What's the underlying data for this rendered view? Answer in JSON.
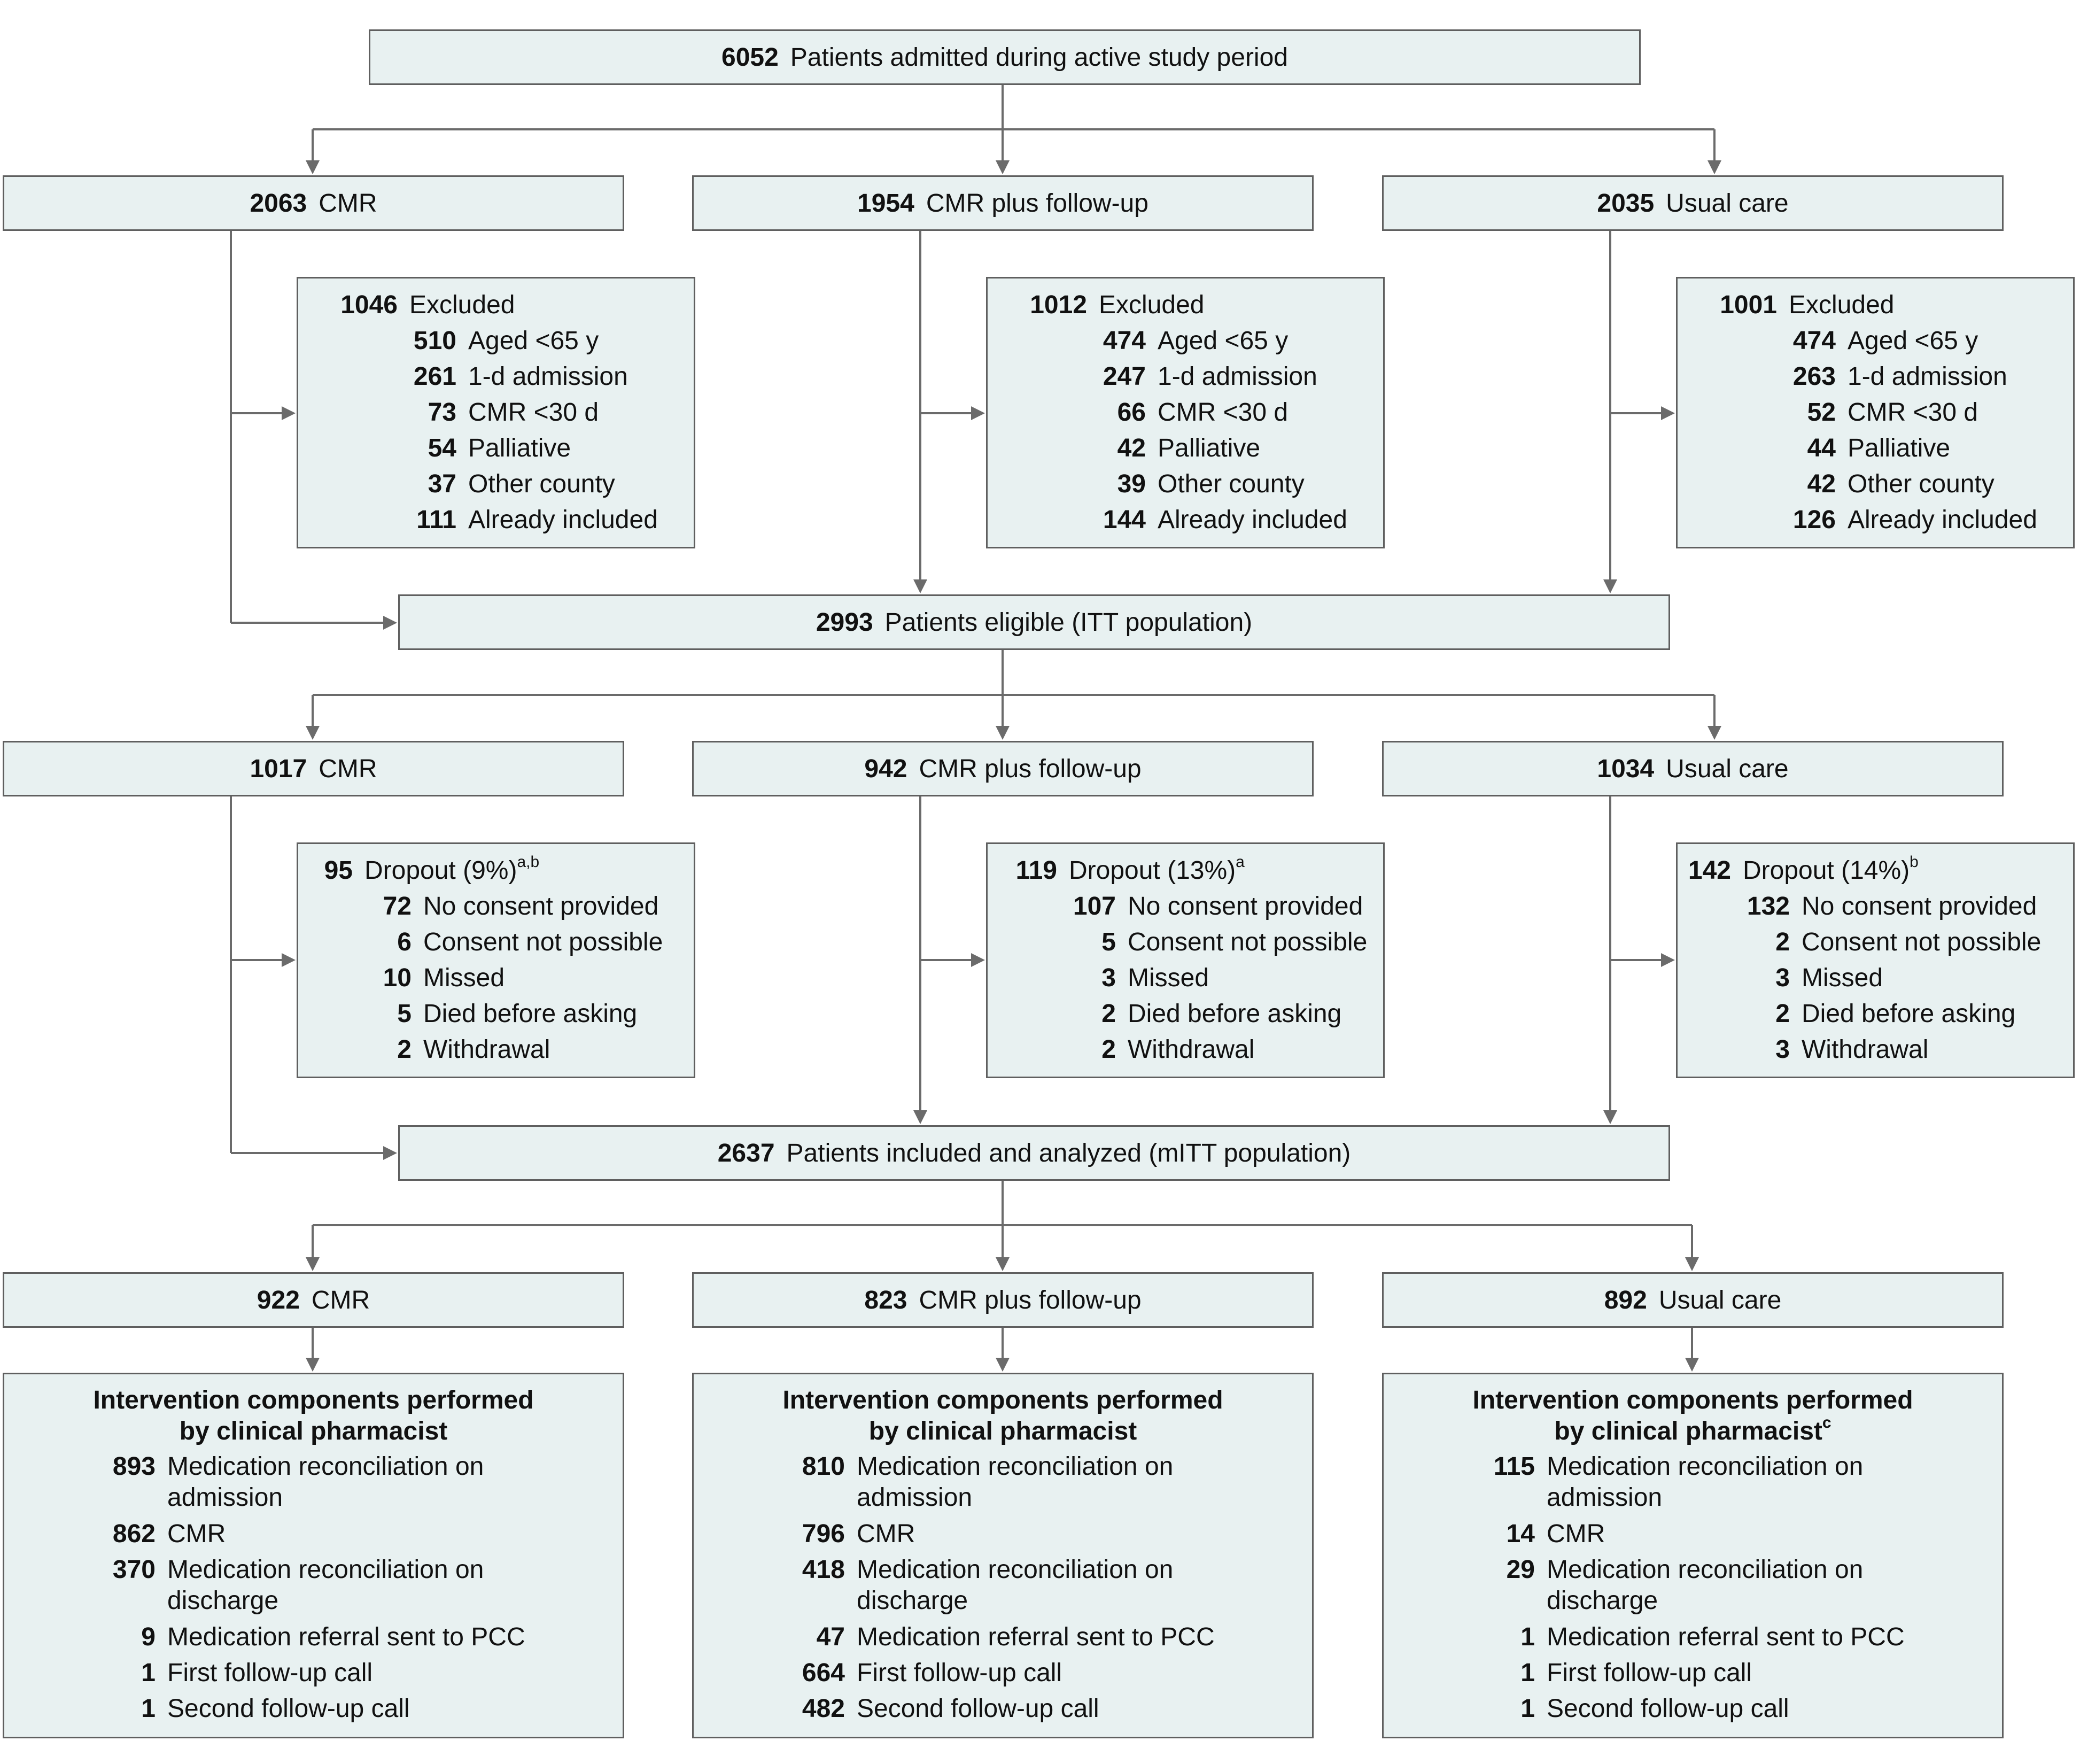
{
  "top": {
    "num": "6052",
    "label": "Patients admitted during active study period"
  },
  "randomized": [
    {
      "num": "2063",
      "label": "CMR"
    },
    {
      "num": "1954",
      "label": "CMR plus follow-up"
    },
    {
      "num": "2035",
      "label": "Usual care"
    }
  ],
  "excluded": [
    {
      "head_num": "1046",
      "head_label": "Excluded",
      "head_sup": "",
      "items": [
        {
          "num": "510",
          "label": "Aged <65 y"
        },
        {
          "num": "261",
          "label": "1-d admission"
        },
        {
          "num": "73",
          "label": "CMR <30 d"
        },
        {
          "num": "54",
          "label": "Palliative"
        },
        {
          "num": "37",
          "label": "Other county"
        },
        {
          "num": "111",
          "label": "Already included"
        }
      ]
    },
    {
      "head_num": "1012",
      "head_label": "Excluded",
      "head_sup": "",
      "items": [
        {
          "num": "474",
          "label": "Aged <65 y"
        },
        {
          "num": "247",
          "label": "1-d  admission"
        },
        {
          "num": "66",
          "label": "CMR <30 d"
        },
        {
          "num": "42",
          "label": "Palliative"
        },
        {
          "num": "39",
          "label": "Other county"
        },
        {
          "num": "144",
          "label": "Already included"
        }
      ]
    },
    {
      "head_num": "1001",
      "head_label": "Excluded",
      "head_sup": "",
      "items": [
        {
          "num": "474",
          "label": "Aged <65 y"
        },
        {
          "num": "263",
          "label": "1-d  admission"
        },
        {
          "num": "52",
          "label": "CMR <30 d"
        },
        {
          "num": "44",
          "label": "Palliative"
        },
        {
          "num": "42",
          "label": "Other county"
        },
        {
          "num": "126",
          "label": "Already included"
        }
      ]
    }
  ],
  "eligible": {
    "num": "2993",
    "label": "Patients eligible (ITT population)"
  },
  "eligible_arms": [
    {
      "num": "1017",
      "label": "CMR"
    },
    {
      "num": "942",
      "label": "CMR plus follow-up"
    },
    {
      "num": "1034",
      "label": "Usual care"
    }
  ],
  "dropout": [
    {
      "head_num": "95",
      "head_label": "Dropout (9%)",
      "head_sup": "a,b",
      "items": [
        {
          "num": "72",
          "label": "No consent provided"
        },
        {
          "num": "6",
          "label": "Consent not possible"
        },
        {
          "num": "10",
          "label": "Missed"
        },
        {
          "num": "5",
          "label": "Died before asking"
        },
        {
          "num": "2",
          "label": "Withdrawal"
        }
      ]
    },
    {
      "head_num": "119",
      "head_label": "Dropout (13%)",
      "head_sup": "a",
      "items": [
        {
          "num": "107",
          "label": "No consent provided"
        },
        {
          "num": "5",
          "label": "Consent not possible"
        },
        {
          "num": "3",
          "label": "Missed"
        },
        {
          "num": "2",
          "label": "Died before asking"
        },
        {
          "num": "2",
          "label": "Withdrawal"
        }
      ]
    },
    {
      "head_num": "142",
      "head_label": "Dropout (14%)",
      "head_sup": "b",
      "items": [
        {
          "num": "132",
          "label": "No consent provided"
        },
        {
          "num": "2",
          "label": "Consent not possible"
        },
        {
          "num": "3",
          "label": "Missed"
        },
        {
          "num": "2",
          "label": "Died before asking"
        },
        {
          "num": "3",
          "label": "Withdrawal"
        }
      ]
    }
  ],
  "analyzed": {
    "num": "2637",
    "label": "Patients included and analyzed (mITT population)"
  },
  "analyzed_arms": [
    {
      "num": "922",
      "label": "CMR"
    },
    {
      "num": "823",
      "label": "CMR plus follow-up"
    },
    {
      "num": "892",
      "label": "Usual care"
    }
  ],
  "interventions": [
    {
      "title1": "Intervention components performed",
      "title2": "by clinical pharmacist",
      "title_sup": "",
      "items": [
        {
          "num": "893",
          "line1": "Medication reconciliation on",
          "line2": "admission"
        },
        {
          "num": "862",
          "line1": "CMR",
          "line2": ""
        },
        {
          "num": "370",
          "line1": "Medication reconciliation on",
          "line2": "discharge"
        },
        {
          "num": "9",
          "line1": "Medication referral sent to PCC",
          "line2": ""
        },
        {
          "num": "1",
          "line1": "First follow-up call",
          "line2": ""
        },
        {
          "num": "1",
          "line1": "Second follow-up call",
          "line2": ""
        }
      ]
    },
    {
      "title1": "Intervention components performed",
      "title2": "by clinical pharmacist",
      "title_sup": "",
      "items": [
        {
          "num": "810",
          "line1": "Medication reconciliation on",
          "line2": "admission"
        },
        {
          "num": "796",
          "line1": "CMR",
          "line2": ""
        },
        {
          "num": "418",
          "line1": "Medication reconciliation on",
          "line2": "discharge"
        },
        {
          "num": "47",
          "line1": "Medication referral sent to PCC",
          "line2": ""
        },
        {
          "num": "664",
          "line1": "First follow-up call",
          "line2": ""
        },
        {
          "num": "482",
          "line1": "Second follow-up call",
          "line2": ""
        }
      ]
    },
    {
      "title1": "Intervention components performed",
      "title2": "by clinical pharmacist",
      "title_sup": "c",
      "items": [
        {
          "num": "115",
          "line1": "Medication reconciliation on",
          "line2": "admission"
        },
        {
          "num": "14",
          "line1": "CMR",
          "line2": ""
        },
        {
          "num": "29",
          "line1": "Medication reconciliation on",
          "line2": "discharge"
        },
        {
          "num": "1",
          "line1": "Medication referral sent to PCC",
          "line2": ""
        },
        {
          "num": "1",
          "line1": "First follow-up call",
          "line2": ""
        },
        {
          "num": "1",
          "line1": "Second follow-up call",
          "line2": ""
        }
      ]
    }
  ],
  "colors": {
    "box_fill": "#e8f1f1",
    "box_border": "#5f5f5f",
    "connector": "#6b6b6b"
  }
}
